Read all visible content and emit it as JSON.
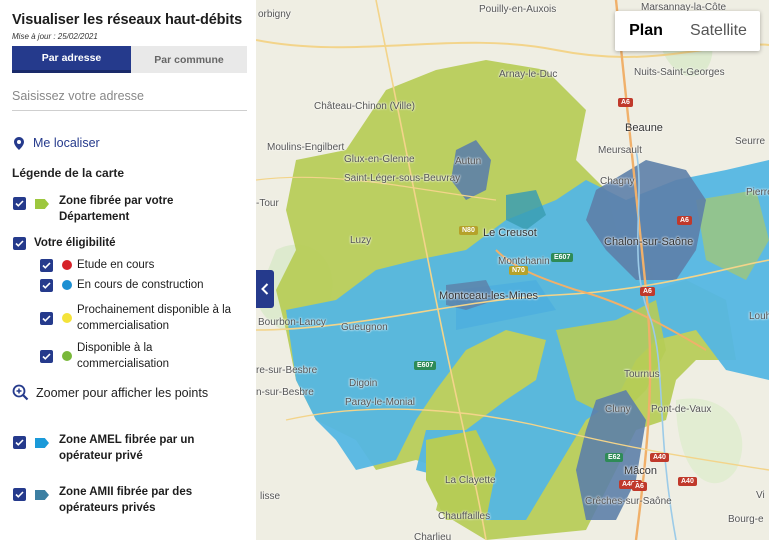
{
  "sidebar": {
    "title": "Visualiser les réseaux haut-débits",
    "updated": "Mise à jour : 25/02/2021",
    "tabs": {
      "address": "Par adresse",
      "commune": "Par commune"
    },
    "search_placeholder": "Saisissez votre adresse",
    "locate_label": "Me localiser",
    "legend_title": "Légende de la carte",
    "zone_departement": {
      "line1": "Zone fibrée par votre",
      "line2": "Département",
      "color": "#9dc73e"
    },
    "eligibility": {
      "title": "Votre éligibilité",
      "items": [
        {
          "label": "Etude en cours",
          "color": "#d62228"
        },
        {
          "label": "En cours de construction",
          "color": "#1b8fd2"
        },
        {
          "line1": "Prochainement disponible à la",
          "line2": "commercialisation",
          "color": "#f4e33a"
        },
        {
          "line1": "Disponible à la",
          "line2": "commercialisation",
          "color": "#79b83a"
        }
      ]
    },
    "zoom_label": "Zoomer pour afficher les points",
    "zone_amel": {
      "line1": "Zone AMEL fibrée par un",
      "line2": "opérateur privé",
      "color": "#1b9ad9"
    },
    "zone_amii": {
      "line1": "Zone AMII fibrée par des",
      "line2": "opérateurs privés",
      "color": "#3c7fa2"
    }
  },
  "map": {
    "type_buttons": {
      "plan": "Plan",
      "satellite": "Satellite"
    },
    "colors": {
      "green": "#b6cc56",
      "blue": "#54b6e3",
      "dark": "#5d7fa8",
      "base": "#f0ede4"
    },
    "places": [
      "orbigny",
      "Pouilly-en-Auxois",
      "Marsannay-la-Côte",
      "Arnay-le-Duc",
      "Nuits-Saint-Georges",
      "Château-Chinon (Ville)",
      "Beaune",
      "Seurre",
      "Moulins-Engilbert",
      "Meursault",
      "Glux-en-Glenne",
      "Autun",
      "Saint-Léger-sous-Beuvray",
      "Chagny",
      "-Tour",
      "Pierre",
      "Le Creusot",
      "Chalon-sur-Saône",
      "Luzy",
      "Montchanin",
      "Montceau-les-Mines",
      "Bourbon-Lancy",
      "Gueugnon",
      "Louhans",
      "re-sur-Besbre",
      "n-sur-Besbre",
      "Digoin",
      "Tournus",
      "Paray-le-Monial",
      "Cluny",
      "Pont-de-Vaux",
      "Mâcon",
      "La Clayette",
      "Crêches-sur-Saône",
      "lisse",
      "Chauffailles",
      "Bourg-e",
      "Vi",
      "Charlieu"
    ],
    "shields": [
      "A6",
      "A6",
      "N70",
      "N80",
      "E607",
      "E607",
      "A6",
      "A40",
      "A406",
      "A40",
      "E62",
      "A6"
    ]
  }
}
